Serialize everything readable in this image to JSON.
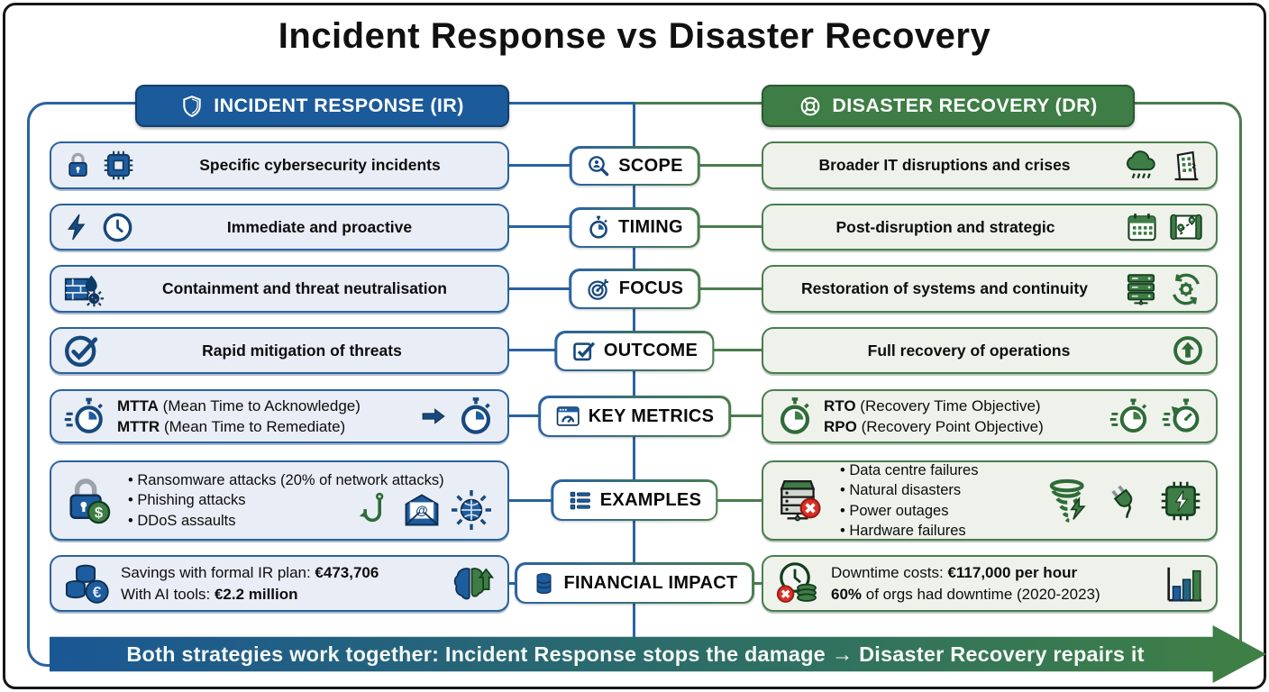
{
  "title": "Incident Response vs Disaster Recovery",
  "colors": {
    "ir_blue": "#1b5a9b",
    "dr_green": "#3e7d45",
    "ir_border": "#2a62a0",
    "dr_border": "#4a7d4e",
    "ir_box_bg": "#e9edf5",
    "dr_box_bg": "#eef2eb",
    "banner_gradient_start": "#1a5795",
    "banner_gradient_end": "#3f8044",
    "error_red": "#d93025"
  },
  "headers": {
    "ir": {
      "label": "INCIDENT RESPONSE (IR)",
      "icon": "shield-icon"
    },
    "dr": {
      "label": "DISASTER RECOVERY (DR)",
      "icon": "life-ring-icon"
    }
  },
  "rows": [
    {
      "category": {
        "label": "SCOPE",
        "icon": "magnifier-user-icon"
      },
      "ir": {
        "text": "Specific cybersecurity incidents",
        "icons": [
          "padlock-icon",
          "chip-icon"
        ]
      },
      "dr": {
        "text": "Broader IT disruptions and crises",
        "icons": [
          "storm-cloud-icon",
          "damaged-building-icon"
        ]
      }
    },
    {
      "category": {
        "label": "TIMING",
        "icon": "stopwatch-icon"
      },
      "ir": {
        "text": "Immediate and proactive",
        "icons": [
          "lightning-icon",
          "clock-icon"
        ]
      },
      "dr": {
        "text": "Post-disruption and strategic",
        "icons": [
          "calendar-icon",
          "map-route-icon"
        ]
      }
    },
    {
      "category": {
        "label": "FOCUS",
        "icon": "target-dart-icon"
      },
      "ir": {
        "text": "Containment and threat neutralisation",
        "icons": [
          "firewall-flame-virus-icon"
        ]
      },
      "dr": {
        "text": "Restoration of systems and continuity",
        "icons": [
          "server-stack-icon",
          "gear-sync-icon"
        ]
      }
    },
    {
      "category": {
        "label": "OUTCOME",
        "icon": "checkbox-icon"
      },
      "ir": {
        "text": "Rapid mitigation of threats",
        "icons": [
          "check-circle-icon"
        ]
      },
      "dr": {
        "text": "Full recovery of operations",
        "icons": [
          "up-arrow-circle-icon"
        ]
      }
    },
    {
      "category": {
        "label": "KEY METRICS",
        "icon": "gauge-window-icon"
      },
      "ir": {
        "lines": [
          [
            {
              "t": "MTTA",
              "b": true
            },
            {
              "t": " (Mean Time to Acknowledge)",
              "b": false
            }
          ],
          [
            {
              "t": "MTTR",
              "b": true
            },
            {
              "t": " (Mean Time to Remediate)",
              "b": false
            }
          ]
        ],
        "icons": [
          "speed-stopwatch-icon",
          "arrow-right-icon",
          "stopwatch-icon"
        ]
      },
      "dr": {
        "lines": [
          [
            {
              "t": "RTO",
              "b": true
            },
            {
              "t": " (Recovery Time Objective)",
              "b": false
            }
          ],
          [
            {
              "t": "RPO",
              "b": true
            },
            {
              "t": " (Recovery Point Objective)",
              "b": false
            }
          ]
        ],
        "icons": [
          "stopwatch-green-icon",
          "speed-stopwatch-green-icon",
          "rewind-stopwatch-icon"
        ]
      }
    },
    {
      "category": {
        "label": "EXAMPLES",
        "icon": "list-icon"
      },
      "ir": {
        "bullets": [
          "Ransomware attacks (20% of network attacks)",
          "Phishing attacks",
          "DDoS assaults"
        ],
        "icons": [
          "padlock-coin-icon",
          "hook-icon",
          "email-at-icon",
          "globe-ddos-icon"
        ]
      },
      "dr": {
        "bullets": [
          "Data centre failures",
          "Natural disasters",
          "Power outages",
          "Hardware failures"
        ],
        "icons": [
          "server-error-icon",
          "tornado-icon",
          "plug-icon",
          "chip-bolt-icon"
        ]
      }
    },
    {
      "category": {
        "label": "FINANCIAL IMPACT",
        "icon": "coin-stack-icon"
      },
      "ir": {
        "lines": [
          [
            {
              "t": "Savings with formal IR plan: ",
              "b": false
            },
            {
              "t": "€473,706",
              "b": true
            }
          ],
          [
            {
              "t": "With AI tools: ",
              "b": false
            },
            {
              "t": "€2.2 million",
              "b": true
            }
          ]
        ],
        "icons": [
          "euro-coins-icon",
          "brain-growth-icon"
        ]
      },
      "dr": {
        "lines": [
          [
            {
              "t": "Downtime costs: ",
              "b": false
            },
            {
              "t": "€117,000 per hour",
              "b": true
            }
          ],
          [
            {
              "t": "60%",
              "b": true
            },
            {
              "t": " of orgs had downtime (2020-2023)",
              "b": false
            }
          ]
        ],
        "icons": [
          "clock-coins-error-icon",
          "bar-chart-icon"
        ]
      }
    }
  ],
  "banner": {
    "text": "Both strategies work together: Incident Response stops the damage  →  Disaster Recovery repairs it"
  }
}
